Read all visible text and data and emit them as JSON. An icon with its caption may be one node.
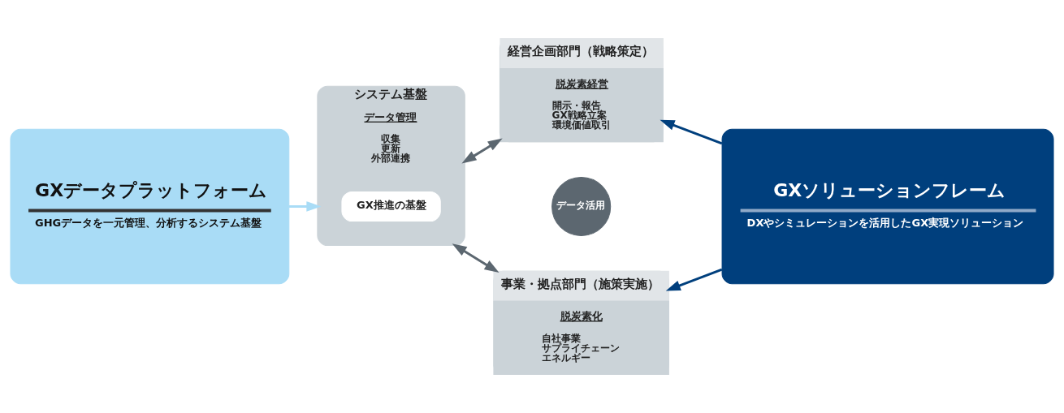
{
  "diagram": {
    "nodes": [
      {
        "text": [
          "GXデータプラットフォーム",
          "GHGデータを一元管理、分析するシステム基盤"
        ]
      },
      {
        "text": [
          "システム基盤",
          "データ管理",
          "収集",
          "更新",
          "外部連携"
        ]
      },
      {
        "text": [
          "GX推進の基盤"
        ],
        "in": 1
      },
      {
        "text": [
          "経営企画部門（戦略策定）",
          "脱炭素経営",
          "開示・報告",
          "GX戦略立案",
          "環境価値取引"
        ]
      },
      {
        "text": [
          "データ活用"
        ]
      },
      {
        "text": [
          "事業・拠点部門（施策実施）",
          "脱炭素化",
          "自社事業",
          "サプライチェーン",
          "エネルギー"
        ]
      },
      {
        "text": [
          "GXソリューションフレーム",
          "DXやシミュレーションを活用したGX実現ソリューション"
        ]
      }
    ],
    "edges": [
      {
        "from": 0,
        "to": 1,
        "arrow": "to",
        "color": "#a9dcf6"
      },
      {
        "from": 1,
        "to": 3,
        "arrow": "both",
        "color": "#5c6770"
      },
      {
        "from": 1,
        "to": 5,
        "arrow": "both",
        "color": "#5c6770"
      },
      {
        "from": 6,
        "to": 3,
        "arrow": "to",
        "color": "#003f7d"
      },
      {
        "from": 6,
        "to": 5,
        "arrow": "to",
        "color": "#003f7d"
      }
    ]
  }
}
